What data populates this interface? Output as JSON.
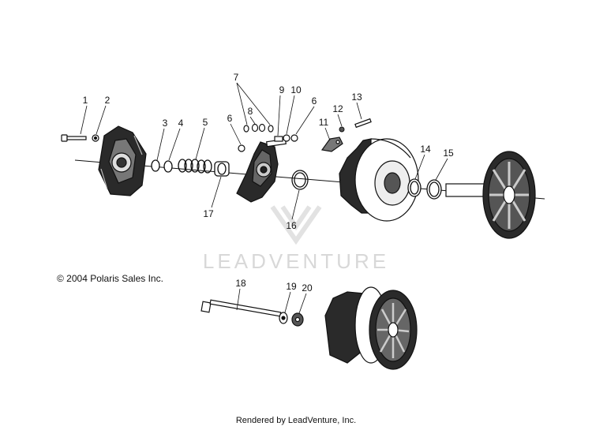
{
  "copyright": "© 2004 Polaris Sales Inc.",
  "footer": "Rendered by LeadVenture, Inc.",
  "watermark": "LEADVENTURE",
  "callouts": [
    "1",
    "2",
    "3",
    "4",
    "5",
    "6",
    "7",
    "8",
    "9",
    "10",
    "6",
    "11",
    "12",
    "13",
    "14",
    "15",
    "16",
    "17",
    "18",
    "19",
    "20"
  ],
  "colors": {
    "ink": "#111111",
    "watermark": "#d8d8d8"
  }
}
